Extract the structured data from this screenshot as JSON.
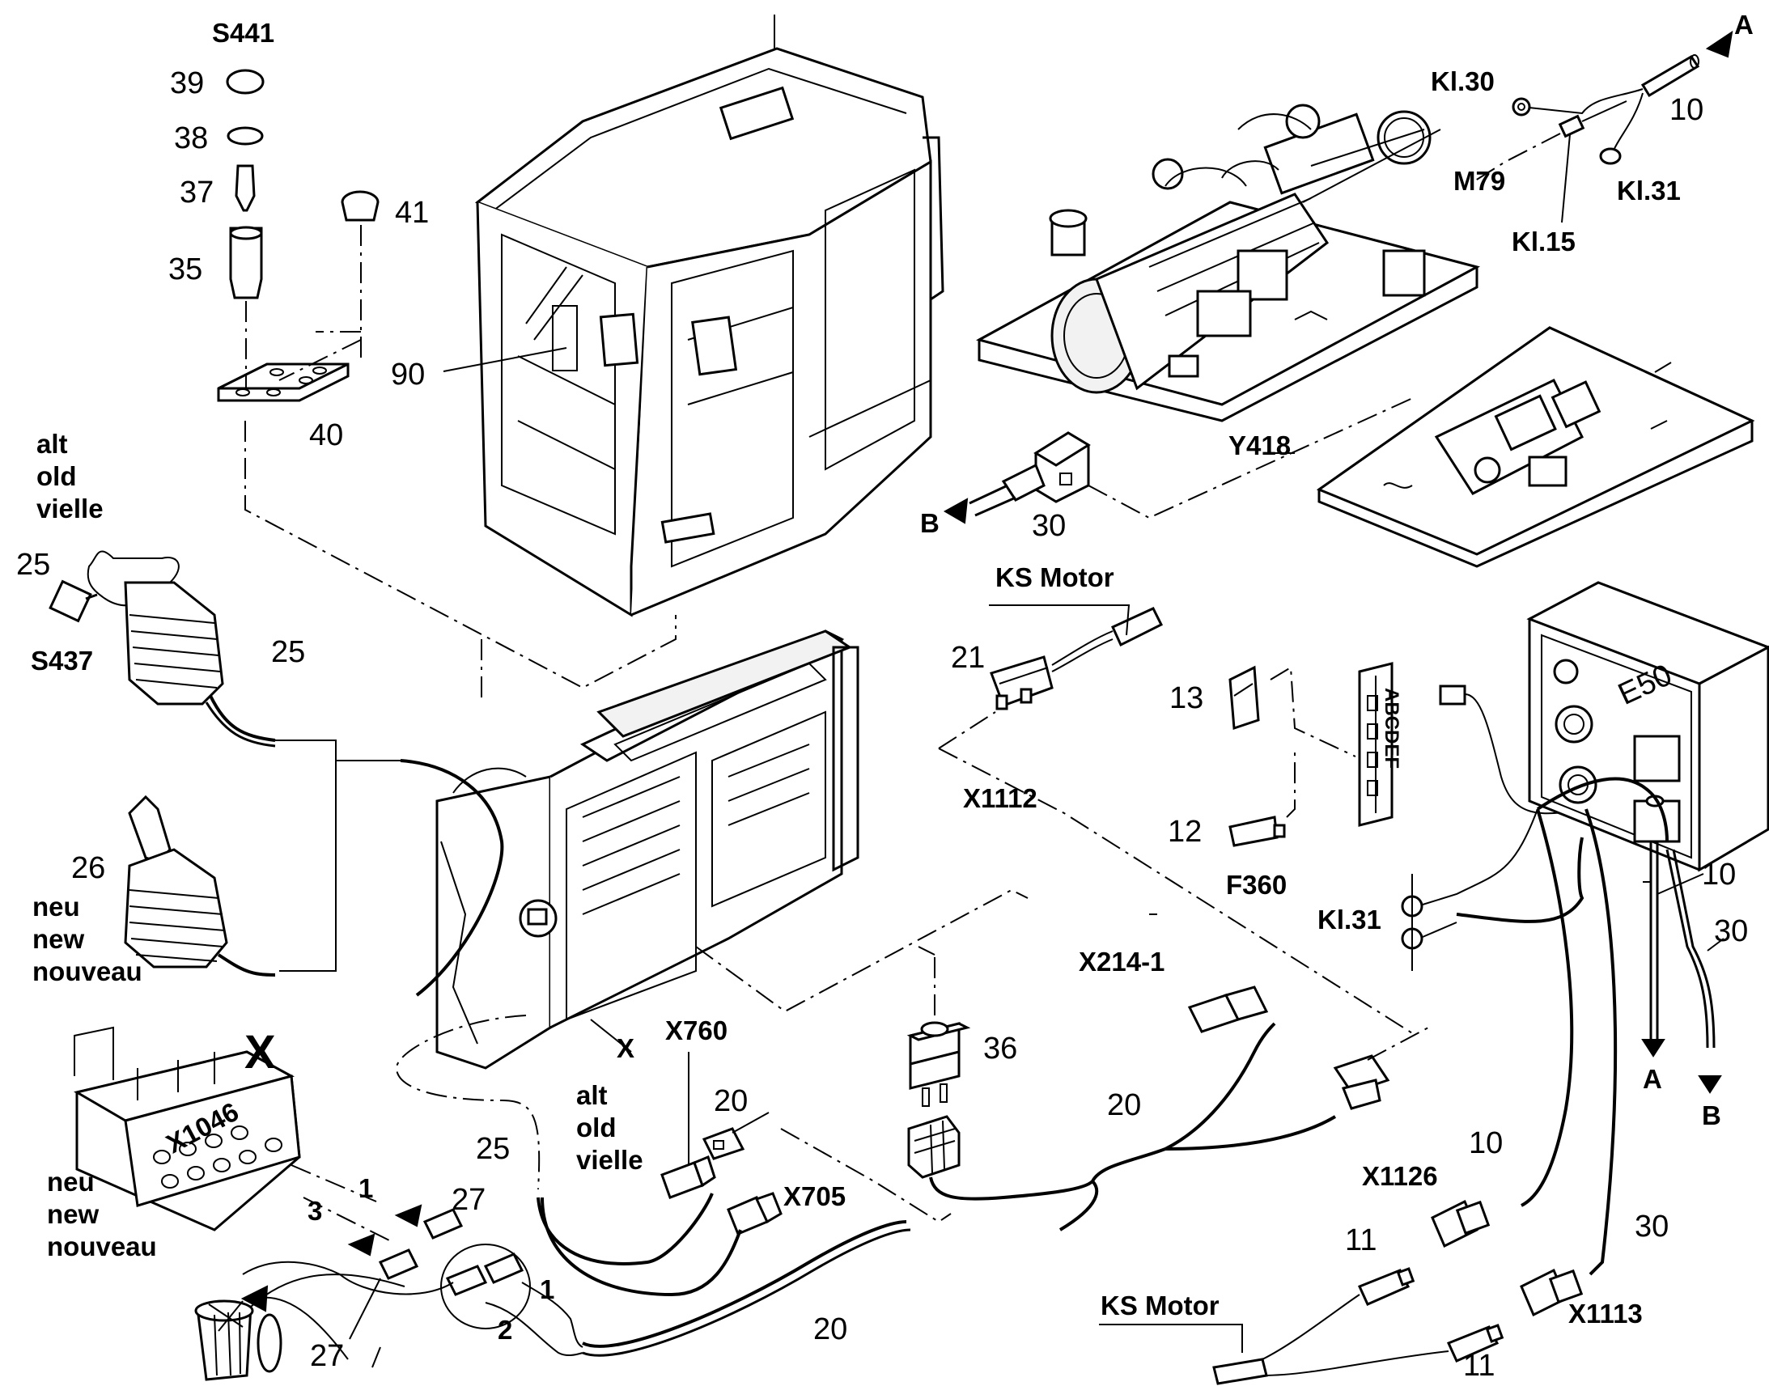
{
  "labels": {
    "s441": "S441",
    "n39": "39",
    "n38": "38",
    "n37": "37",
    "n35": "35",
    "n41": "41",
    "n40": "40",
    "n90": "90",
    "kl30_top": "Kl.30",
    "kl31_top": "Kl.31",
    "kl15": "Kl.15",
    "m79": "M79",
    "n10_top": "10",
    "arrow_a_top": "A",
    "y418": "Y418",
    "n30_top": "30",
    "arrow_b_left": "B",
    "alt_old_top": "alt",
    "old_top": "old",
    "vielle_top": "vielle",
    "n25_a": "25",
    "s437": "S437",
    "n25_b": "25",
    "n26": "26",
    "neu_1": "neu",
    "new_1": "new",
    "nouveau_1": "nouveau",
    "ks_motor_top": "KS Motor",
    "n21": "21",
    "x1112": "X1112",
    "n13": "13",
    "n12": "12",
    "f360": "F360",
    "e50": "E50",
    "kl31_mid": "Kl.31",
    "n10_mid": "10",
    "n30_mid": "30",
    "arrow_a_bottom": "A",
    "arrow_b_bottom": "B",
    "x214": "X214-1",
    "n36": "36",
    "n20_mid": "20",
    "detail_x": "X",
    "x_marker": "X",
    "x760": "X760",
    "alt_2": "alt",
    "old_2": "old",
    "vielle_2": "vielle",
    "n20_top": "20",
    "x705": "X705",
    "n25_c": "25",
    "x1046": "X1046",
    "neu_2": "neu",
    "new_2": "new",
    "nouveau_2": "nouveau",
    "pin1_a": "1",
    "pin3": "3",
    "n27_a": "27",
    "n27_b": "27",
    "pin1_b": "1",
    "pin2": "2",
    "n20_bottom": "20",
    "n10_bottom": "10",
    "x1126": "X1126",
    "n11_a": "11",
    "n30_bottom": "30",
    "x1113": "X1113",
    "n11_b": "11",
    "ks_motor_bottom": "KS Motor",
    "e50_letters": "ABCDEF"
  }
}
